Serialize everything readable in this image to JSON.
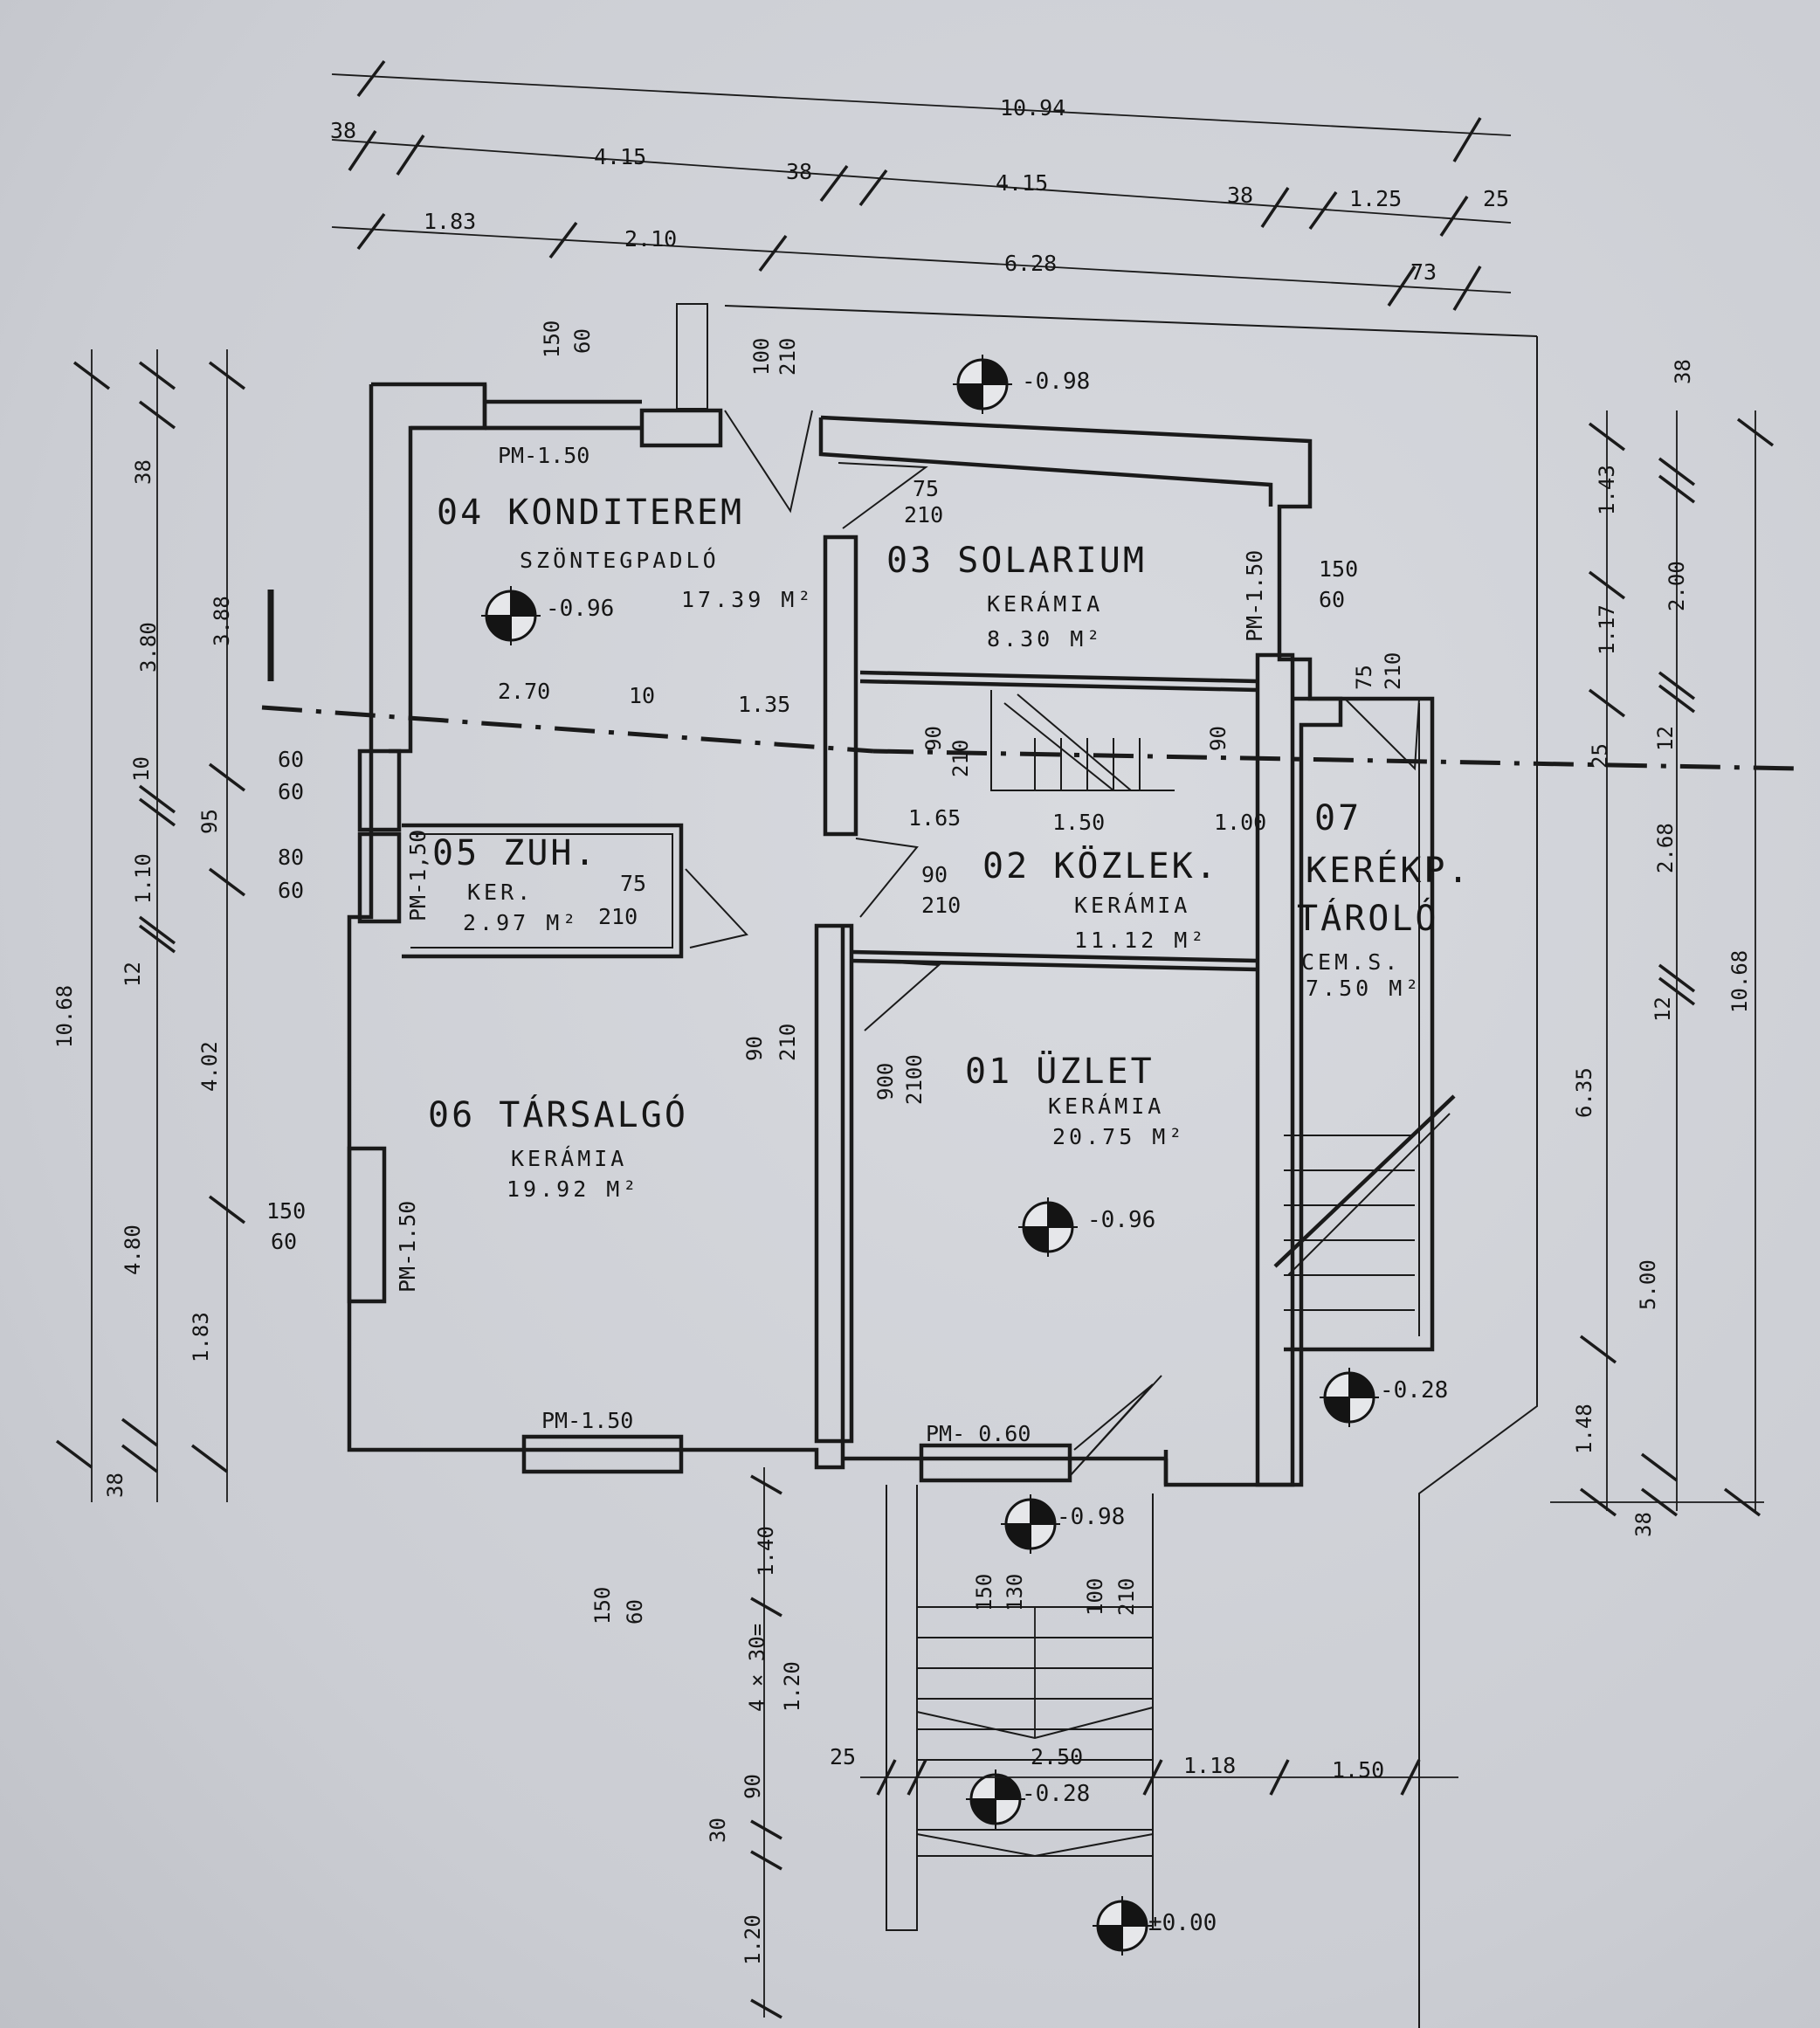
{
  "rooms": {
    "r04": {
      "name": "04 KONDITEREM",
      "floor": "SZÖNTEGPADLÓ",
      "area": "17.39 M²"
    },
    "r03": {
      "name": "03 SOLARIUM",
      "floor": "KERÁMIA",
      "area": "8.30 M²"
    },
    "r05": {
      "name": "05 ZUH.",
      "floor": "KER.",
      "area": "2.97 M²"
    },
    "r02": {
      "name": "02 KÖZLEK.",
      "floor": "KERÁMIA",
      "area": "11.12 M²"
    },
    "r07": {
      "name_a": "07",
      "name_b": "KERÉKP.",
      "name_c": "TÁROLÓ",
      "floor": "CEM.S.",
      "area": "7.50 M²"
    },
    "r06": {
      "name": "06 TÁRSALGÓ",
      "floor": "KERÁMIA",
      "area": "19.92 M²"
    },
    "r01": {
      "name": "01 ÜZLET",
      "floor": "KERÁMIA",
      "area": "20.75 M²"
    }
  },
  "levels": {
    "top": "-0.98",
    "konditerem": "-0.96",
    "uzlet": "-0.96",
    "storage": "-0.28",
    "entry": "-0.98",
    "stair": "-0.28",
    "ground": "±0.00"
  },
  "windows": {
    "w_top": "PM-1.50",
    "w_solar": "PM-1.50",
    "w_zuh": "PM-1,50",
    "w_tars": "PM-1.50",
    "w_bottom": "PM-1.50",
    "w_uzlet": "PM- 0.60"
  },
  "dims_top": {
    "total": "10.94",
    "a": "38",
    "b": "4.15",
    "c": "38",
    "d": "4.15",
    "e": "38",
    "f": "1.25",
    "g": "25",
    "h": "1.83",
    "i": "2.10",
    "j": "6.28",
    "k": "73"
  },
  "dims_left": {
    "total": "10.68",
    "a": "38",
    "b": "3.80",
    "c": "3.88",
    "d": "10",
    "e": "95",
    "f": "1.10",
    "g": "12",
    "h": "4.02",
    "i": "4.80",
    "j": "1.83",
    "k": "38"
  },
  "dims_right": {
    "total": "10.68",
    "a": "38",
    "b": "1.43",
    "c": "2.00",
    "d": "1.17",
    "e": "25",
    "f": "12",
    "g": "2.68",
    "h": "12",
    "i": "6.35",
    "j": "5.00",
    "k": "1.48",
    "l": "38"
  },
  "dims_inner": {
    "a": "2.70",
    "b": "10",
    "c": "1.35",
    "d": "1.65",
    "e": "1.50",
    "f": "1.00"
  },
  "openings": {
    "o1a": "150",
    "o1b": "60",
    "o2a": "100",
    "o2b": "210",
    "o3a": "75",
    "o3b": "210",
    "o4a": "150",
    "o4b": "60",
    "o5a": "75",
    "o5b": "210",
    "o6a": "90",
    "o6b": "210",
    "o7a": "90",
    "o8a": "60",
    "o8b": "60",
    "o9a": "80",
    "o9b": "60",
    "o10a": "75",
    "o10b": "210",
    "o11a": "90",
    "o11b": "210",
    "o12a": "90",
    "o12b": "210",
    "o13a": "900",
    "o13b": "2100",
    "o14a": "150",
    "o14b": "60",
    "o15a": "150",
    "o15b": "60",
    "o16a": "150",
    "o16b": "130",
    "o17a": "100",
    "o17b": "210"
  },
  "dims_bottom": {
    "a": "1.40",
    "b": "4 × 30=",
    "c": "1.20",
    "d": "90",
    "e": "30",
    "f": "1.20",
    "g": "25",
    "h": "2.50",
    "i": "1.18",
    "j": "1.50"
  }
}
